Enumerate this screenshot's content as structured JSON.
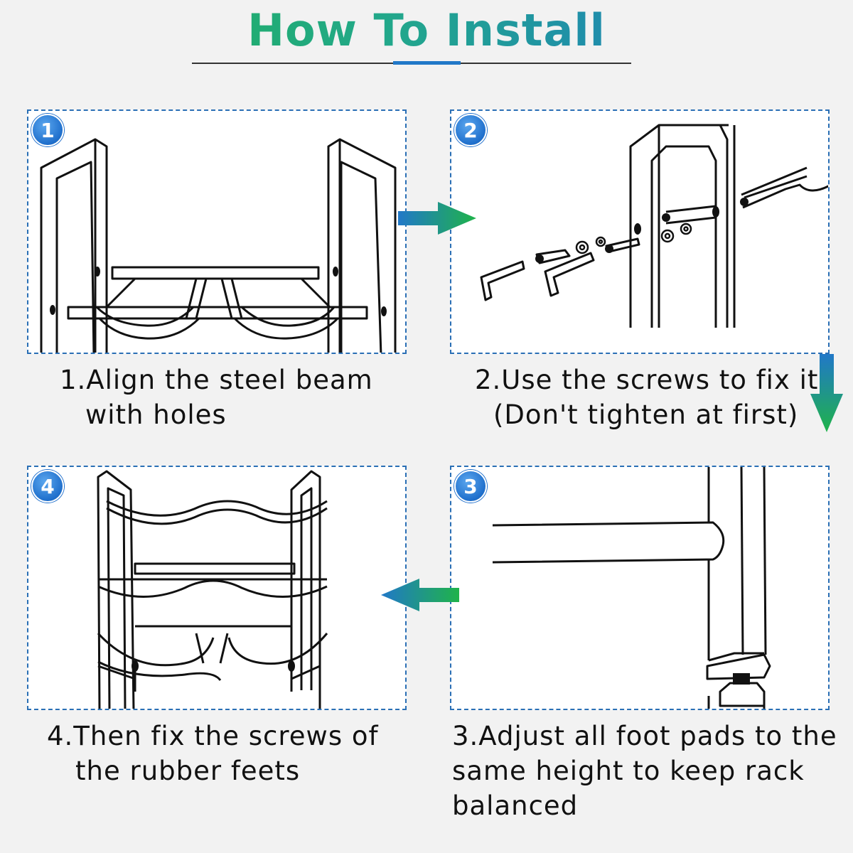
{
  "title": "How To Install",
  "steps": [
    {
      "badge": "1",
      "line1": "1.Align the steel beam",
      "line2": "with holes",
      "line3": ""
    },
    {
      "badge": "2",
      "line1": "2.Use the screws to fix it.",
      "line2": "(Don't tighten at first)",
      "line3": ""
    },
    {
      "badge": "3",
      "line1": "3.Adjust all foot pads to the",
      "line2": "same height to keep rack",
      "line3": "balanced"
    },
    {
      "badge": "4",
      "line1": "4.Then fix the screws of",
      "line2": "the rubber feets",
      "line3": ""
    }
  ],
  "colors": {
    "accent_blue": "#2178c8",
    "accent_green": "#1fb34a",
    "panel_border": "#2a6fb5",
    "background": "#f2f2f2"
  }
}
